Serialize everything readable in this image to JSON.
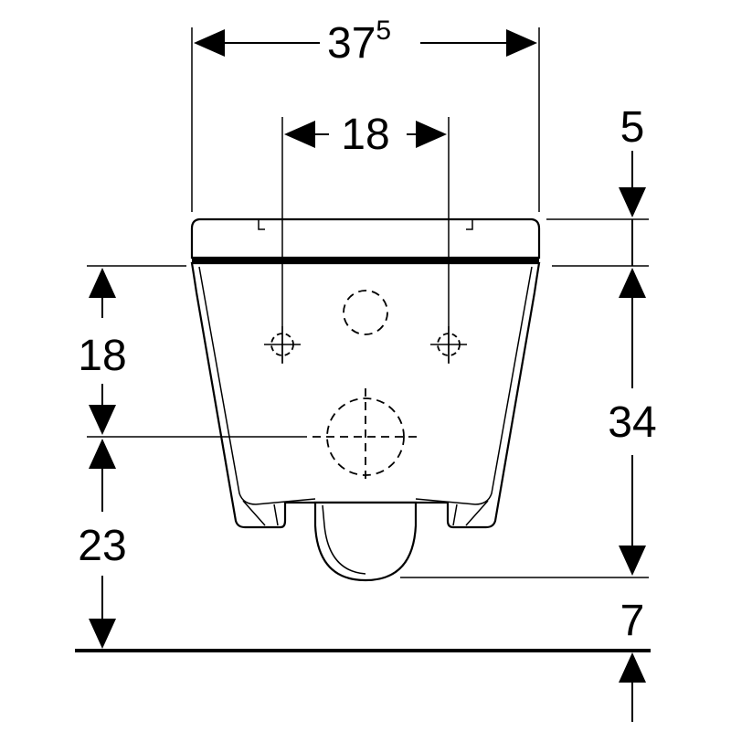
{
  "dimensions": {
    "overall_width": {
      "value": "37",
      "superscript": "5"
    },
    "mounting_hole_spacing": {
      "value": "18"
    },
    "seat_thickness": {
      "value": "5"
    },
    "holes_above_drain": {
      "value": "18"
    },
    "drain_height": {
      "value": "23"
    },
    "bowl_height": {
      "value": "34"
    },
    "floor_clearance": {
      "value": "7"
    }
  },
  "colors": {
    "line": "#000000",
    "background": "#ffffff"
  }
}
